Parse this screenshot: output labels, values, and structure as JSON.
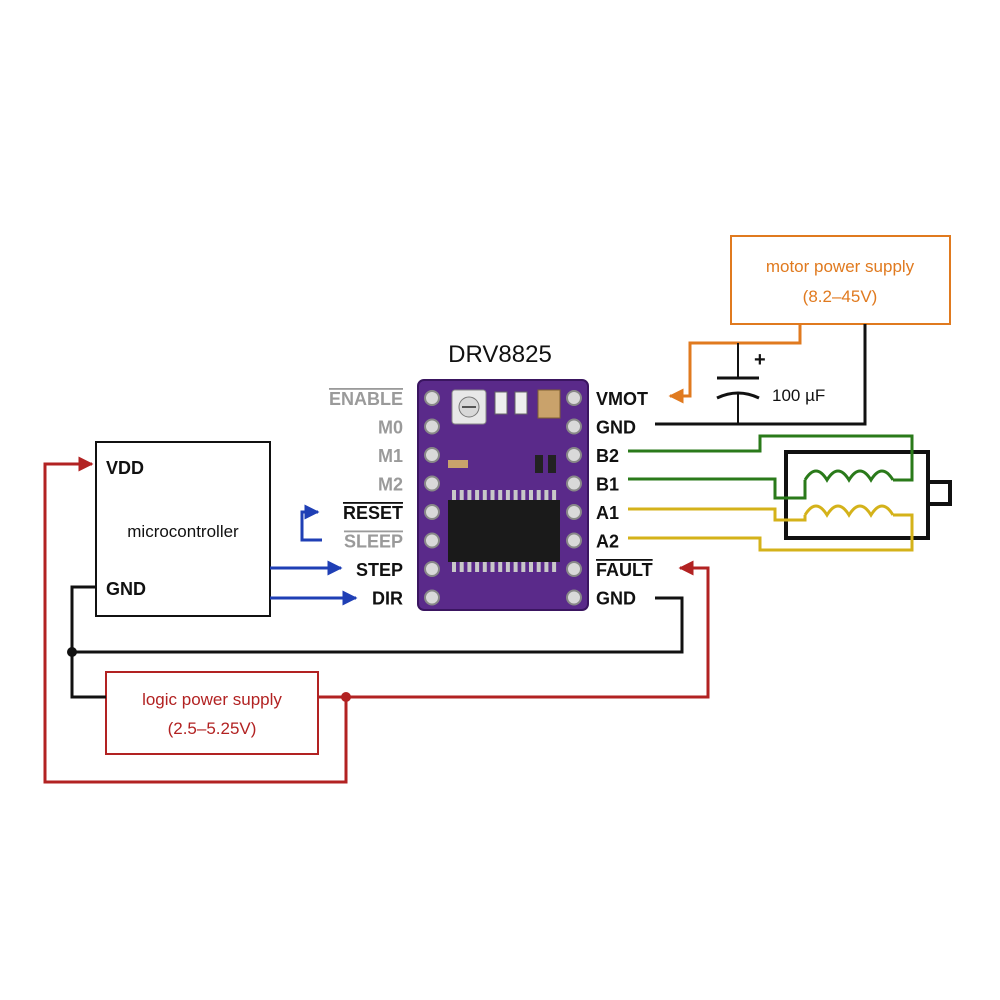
{
  "title": "DRV8825",
  "colors": {
    "motor_supply": "#e07a1f",
    "logic_supply": "#b22222",
    "signal": "#1f3fb5",
    "ground": "#111111",
    "coil_b": "#2a7a1a",
    "coil_a": "#d4b21a",
    "board": "#5a2a8a",
    "inactive_pin": "#9a9a9a"
  },
  "left_pins": [
    {
      "label": "ENABLE",
      "overline": true,
      "active": false
    },
    {
      "label": "M0",
      "overline": false,
      "active": false
    },
    {
      "label": "M1",
      "overline": false,
      "active": false
    },
    {
      "label": "M2",
      "overline": false,
      "active": false
    },
    {
      "label": "RESET",
      "overline": true,
      "active": true
    },
    {
      "label": "SLEEP",
      "overline": true,
      "active": false
    },
    {
      "label": "STEP",
      "overline": false,
      "active": true
    },
    {
      "label": "DIR",
      "overline": false,
      "active": true
    }
  ],
  "right_pins": [
    {
      "label": "VMOT",
      "overline": false
    },
    {
      "label": "GND",
      "overline": false
    },
    {
      "label": "B2",
      "overline": false
    },
    {
      "label": "B1",
      "overline": false
    },
    {
      "label": "A1",
      "overline": false
    },
    {
      "label": "A2",
      "overline": false
    },
    {
      "label": "FAULT",
      "overline": true
    },
    {
      "label": "GND",
      "overline": false
    }
  ],
  "microcontroller": {
    "name": "microcontroller",
    "vdd_label": "VDD",
    "gnd_label": "GND"
  },
  "motor_supply": {
    "line1": "motor power supply",
    "line2": "(8.2–45V)"
  },
  "logic_supply": {
    "line1": "logic power supply",
    "line2": "(2.5–5.25V)"
  },
  "capacitor": {
    "value": "100 µF",
    "polarity": "+"
  }
}
